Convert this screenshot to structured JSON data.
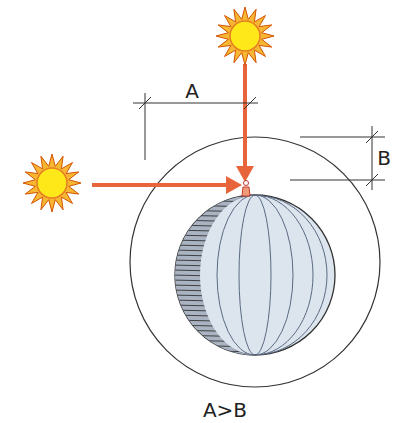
{
  "diagram": {
    "caption": "A>B",
    "labels": [
      "A",
      "B"
    ]
  }
}
